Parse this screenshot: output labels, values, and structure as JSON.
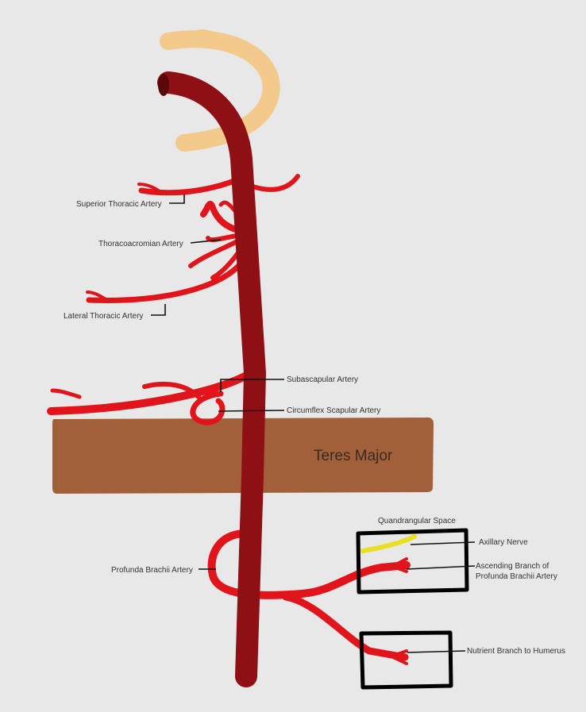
{
  "labels": {
    "superior_thoracic": "Superior Thoracic Artery",
    "thoracoacromian": "Thoracoacromian Artery",
    "lateral_thoracic": "Lateral Thoracic Artery",
    "subscapular": "Subascapular Artery",
    "circumflex_scapular": "Circumflex Scapular Artery",
    "teres_major": "Teres Major",
    "quadrangular_space": "Quandrangular Space",
    "axillary_nerve": "Axillary Nerve",
    "ascending_branch_1": "Ascending Branch of",
    "ascending_branch_2": "Profunda Brachii Artery",
    "profunda_brachii": "Profunda Brachii Artery",
    "nutrient_branch": "Nutrient Branch to Humerus"
  },
  "colors": {
    "background": "#e8e8e8",
    "main_artery": "#8e0f14",
    "branches": "#e0141a",
    "clavicle": "#f3c98c",
    "teres_major": "#a1603a",
    "nerve": "#e8e020"
  }
}
